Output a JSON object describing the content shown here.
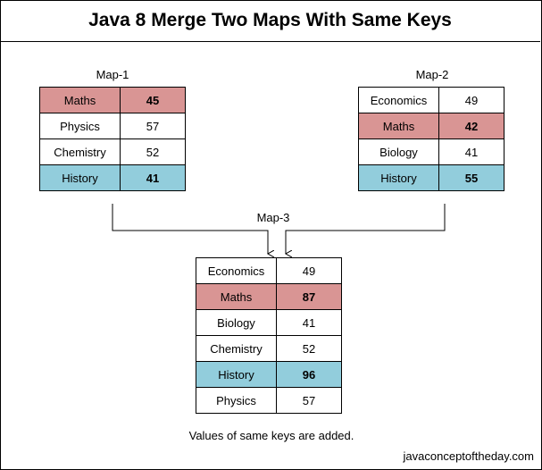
{
  "title": "Java 8 Merge Two Maps With Same Keys",
  "map1": {
    "label": "Map-1",
    "rows": [
      {
        "key": "Maths",
        "value": "45",
        "highlight": "red"
      },
      {
        "key": "Physics",
        "value": "57",
        "highlight": ""
      },
      {
        "key": "Chemistry",
        "value": "52",
        "highlight": ""
      },
      {
        "key": "History",
        "value": "41",
        "highlight": "blue"
      }
    ]
  },
  "map2": {
    "label": "Map-2",
    "rows": [
      {
        "key": "Economics",
        "value": "49",
        "highlight": ""
      },
      {
        "key": "Maths",
        "value": "42",
        "highlight": "red"
      },
      {
        "key": "Biology",
        "value": "41",
        "highlight": ""
      },
      {
        "key": "History",
        "value": "55",
        "highlight": "blue"
      }
    ]
  },
  "map3": {
    "label": "Map-3",
    "rows": [
      {
        "key": "Economics",
        "value": "49",
        "highlight": ""
      },
      {
        "key": "Maths",
        "value": "87",
        "highlight": "red"
      },
      {
        "key": "Biology",
        "value": "41",
        "highlight": ""
      },
      {
        "key": "Chemistry",
        "value": "52",
        "highlight": ""
      },
      {
        "key": "History",
        "value": "96",
        "highlight": "blue"
      },
      {
        "key": "Physics",
        "value": "57",
        "highlight": ""
      }
    ]
  },
  "note": "Values of same keys are added.",
  "footer": "javaconceptoftheday.com",
  "colors": {
    "red": "#d99594",
    "blue": "#92cddc"
  }
}
